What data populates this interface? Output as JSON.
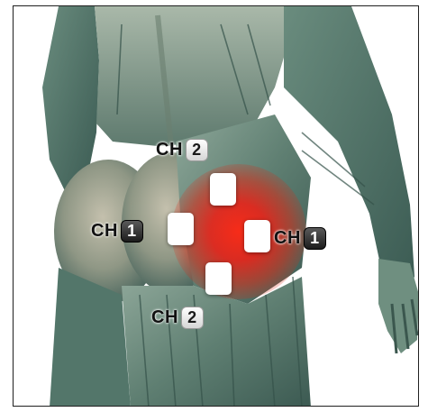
{
  "placements": {
    "channels": {
      "ch1": {
        "prefix": "CH",
        "number": "1",
        "color": "#2a2a2a"
      },
      "ch2": {
        "prefix": "CH",
        "number": "2",
        "color": "#e8e8e8"
      }
    },
    "labels": [
      {
        "channel": "ch2",
        "prefix": "CH",
        "number": "2"
      },
      {
        "channel": "ch1",
        "prefix": "CH",
        "number": "1"
      },
      {
        "channel": "ch1",
        "prefix": "CH",
        "number": "1"
      },
      {
        "channel": "ch2",
        "prefix": "CH",
        "number": "2"
      }
    ],
    "pain_area_color": "#ff2a14",
    "pad_color": "#ffffff",
    "pad_count": 4
  }
}
